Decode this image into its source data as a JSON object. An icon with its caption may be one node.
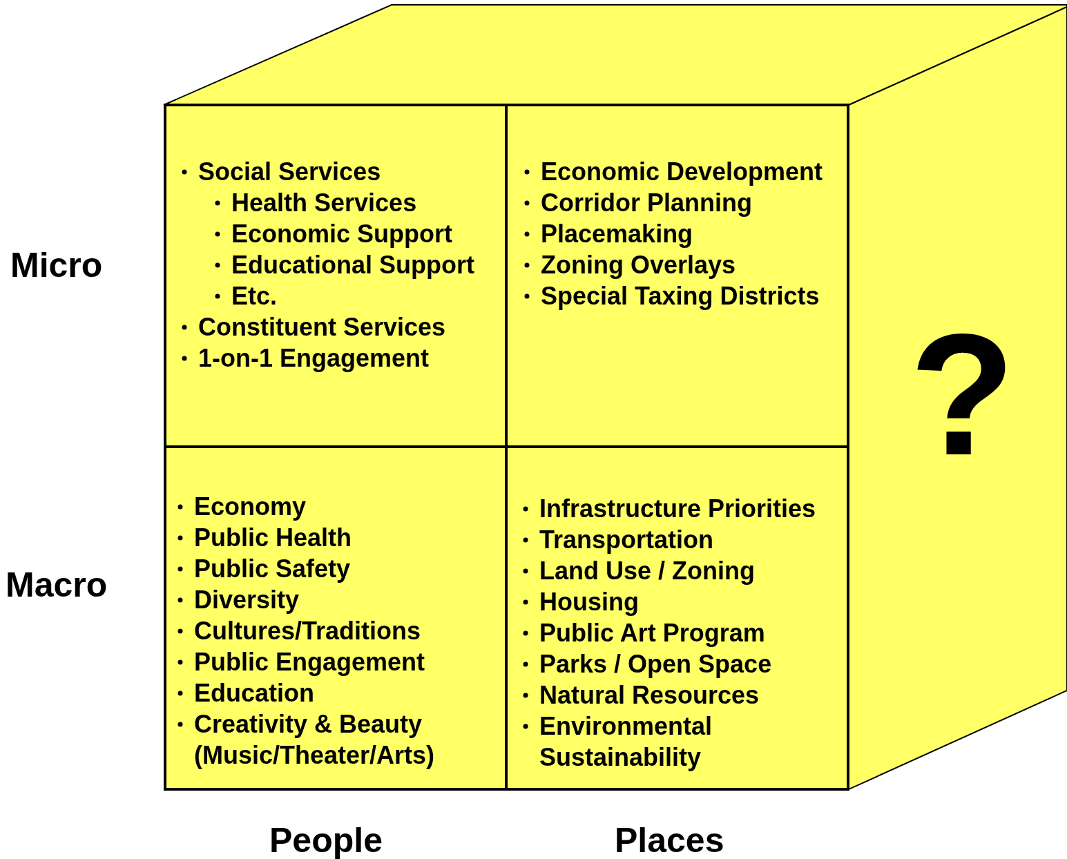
{
  "diagram": {
    "nodes": [
      {
        "text": [
          "Social Services",
          "Health Services",
          "Economic Support",
          "Educational Support",
          "Etc.",
          "Constituent Services",
          "1-on-1 Engagement"
        ]
      },
      {
        "text": [
          "Economic Development",
          "Corridor Planning",
          "Placemaking",
          "Zoning Overlays",
          "Special Taxing Districts"
        ]
      },
      {
        "text": [
          "Economy",
          "Public Health",
          "Public Safety",
          "Diversity",
          "Cultures/Traditions",
          "Public Engagement",
          "Education",
          "Creativity & Beauty (Music/Theater/Arts)"
        ]
      },
      {
        "text": [
          "Infrastructure Priorities",
          "Transportation",
          "Land Use / Zoning",
          "Housing",
          "Public Art Program",
          "Parks / Open Space",
          "Natural Resources",
          "Environmental Sustainability"
        ]
      },
      {
        "text": [
          "?"
        ]
      },
      {
        "text": [],
        "shape": "box"
      }
    ],
    "labels": [
      "Micro",
      "Macro",
      "People",
      "Places"
    ]
  }
}
